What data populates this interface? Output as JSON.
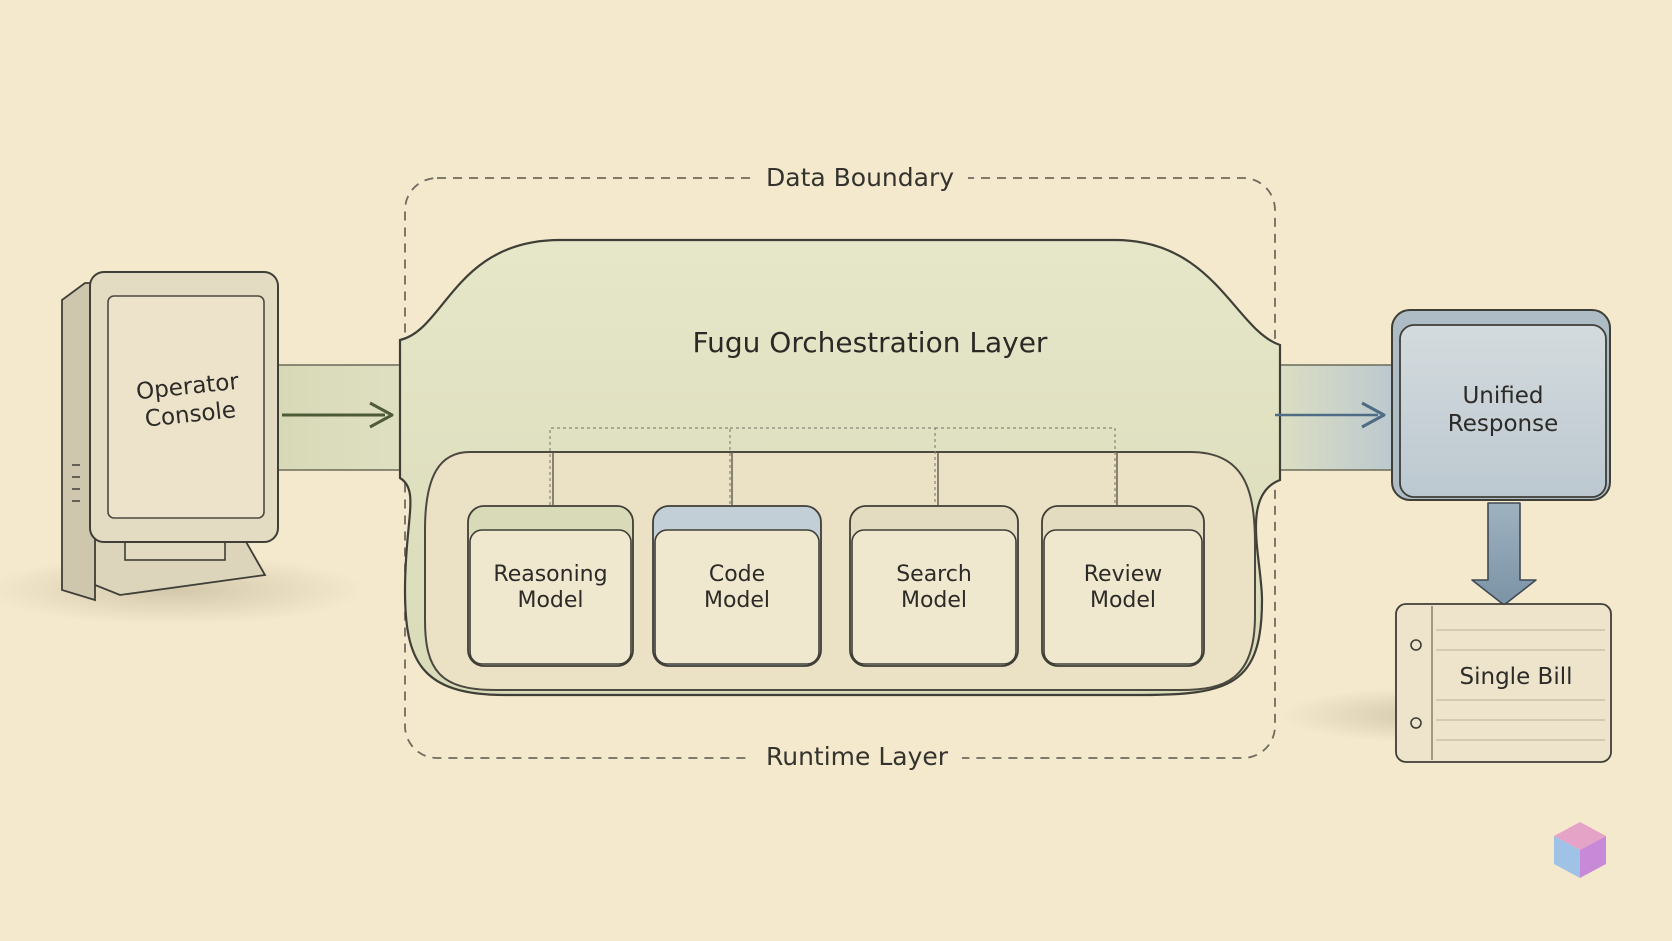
{
  "diagram": {
    "boundary": {
      "top_label": "Data Boundary",
      "bottom_label": "Runtime Layer"
    },
    "orchestration": {
      "title": "Fugu Orchestration Layer"
    },
    "console": {
      "line1": "Operator",
      "line2": "Console"
    },
    "models": [
      {
        "line1": "Reasoning",
        "line2": "Model"
      },
      {
        "line1": "Code",
        "line2": "Model"
      },
      {
        "line1": "Search",
        "line2": "Model"
      },
      {
        "line1": "Review",
        "line2": "Model"
      }
    ],
    "response": {
      "line1": "Unified",
      "line2": "Response"
    },
    "bill": {
      "label": "Single Bill"
    },
    "colors": {
      "background": "#f4e9cd",
      "layer_fill": "#dfe0bf",
      "box_fill": "#efe6cf",
      "response_fill": "#c7d0d6",
      "accent_green": "#6e7a4e",
      "accent_blue": "#5a7894",
      "ink": "#3d3c36"
    },
    "icons": [
      "monitor-icon",
      "arrow-right-icon",
      "arrow-down-icon",
      "notepad-icon",
      "cube-logo-icon"
    ]
  }
}
